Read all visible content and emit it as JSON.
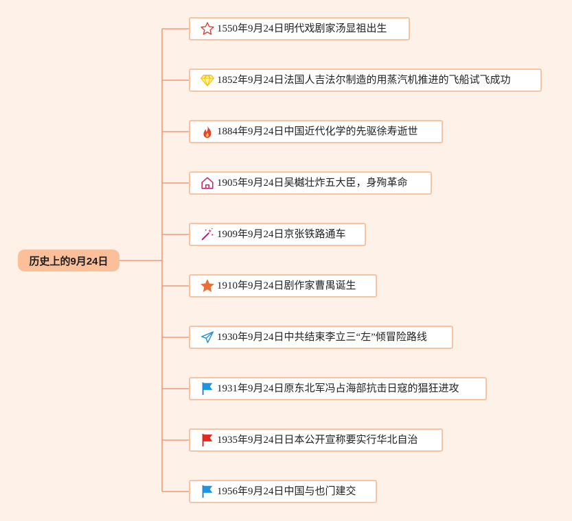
{
  "mindmap": {
    "root": {
      "label": "历史上的9月24日"
    },
    "colors": {
      "background": "#fdf1e8",
      "root_fill": "#fbbf99",
      "line": "#f29b72",
      "node_border": "#f7c3a3",
      "node_fill": "#ffffff"
    },
    "events": [
      {
        "label": "1550年9月24日明代戏剧家汤显祖出生",
        "icon": "star-outline-icon"
      },
      {
        "label": "1852年9月24日法国人吉法尔制造的用蒸汽机推进的飞船试飞成功",
        "icon": "diamond-icon"
      },
      {
        "label": "1884年9月24日中国近代化学的先驱徐寿逝世",
        "icon": "fire-icon"
      },
      {
        "label": "1905年9月24日吴樾壮炸五大臣，身殉革命",
        "icon": "home-icon"
      },
      {
        "label": "1909年9月24日京张铁路通车",
        "icon": "magic-wand-icon"
      },
      {
        "label": "1910年9月24日剧作家曹禺诞生",
        "icon": "star-filled-icon"
      },
      {
        "label": "1930年9月24日中共结束李立三“左”倾冒险路线",
        "icon": "paper-plane-icon"
      },
      {
        "label": "1931年9月24日原东北军冯占海部抗击日寇的猖狂进攻",
        "icon": "flag-blue-icon"
      },
      {
        "label": "1935年9月24日日本公开宣称要实行华北自治",
        "icon": "flag-red-icon"
      },
      {
        "label": "1956年9月24日中国与也门建交",
        "icon": "flag-blue-icon"
      }
    ]
  }
}
